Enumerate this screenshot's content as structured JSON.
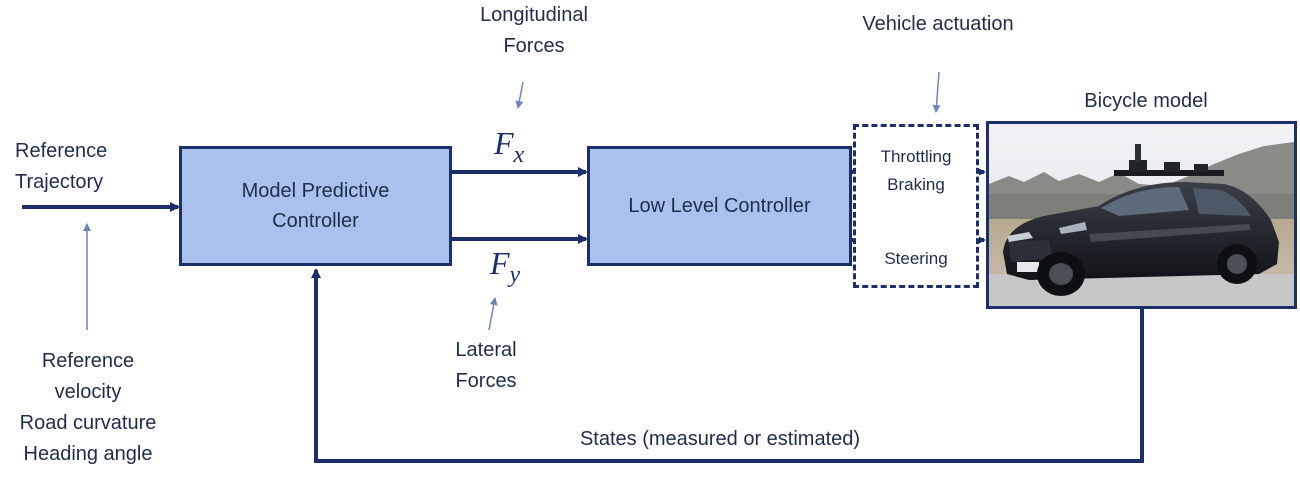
{
  "labels": {
    "reference_trajectory": [
      "Reference",
      "Trajectory"
    ],
    "reference_inputs": [
      "Reference",
      "velocity",
      "Road curvature",
      "Heading angle"
    ],
    "longitudinal_forces": [
      "Longitudinal",
      "Forces"
    ],
    "lateral_forces": [
      "Lateral",
      "Forces"
    ],
    "vehicle_actuation": "Vehicle actuation",
    "bicycle_model": "Bicycle model",
    "states_feedback": "States (measured or estimated)"
  },
  "blocks": {
    "mpc": [
      "Model Predictive",
      "Controller"
    ],
    "low_level": "Low Level Controller"
  },
  "signals": {
    "fx": {
      "symbol": "F",
      "sub": "x"
    },
    "fy": {
      "symbol": "F",
      "sub": "y"
    }
  },
  "actuation": {
    "throttling": "Throttling",
    "braking": "Braking",
    "steering": "Steering"
  },
  "colors": {
    "block_fill": "#a9c1ec",
    "line": "#1b2f6b",
    "text": "#1f2d4a"
  },
  "image": {
    "subject": "autonomous-car-photo"
  }
}
